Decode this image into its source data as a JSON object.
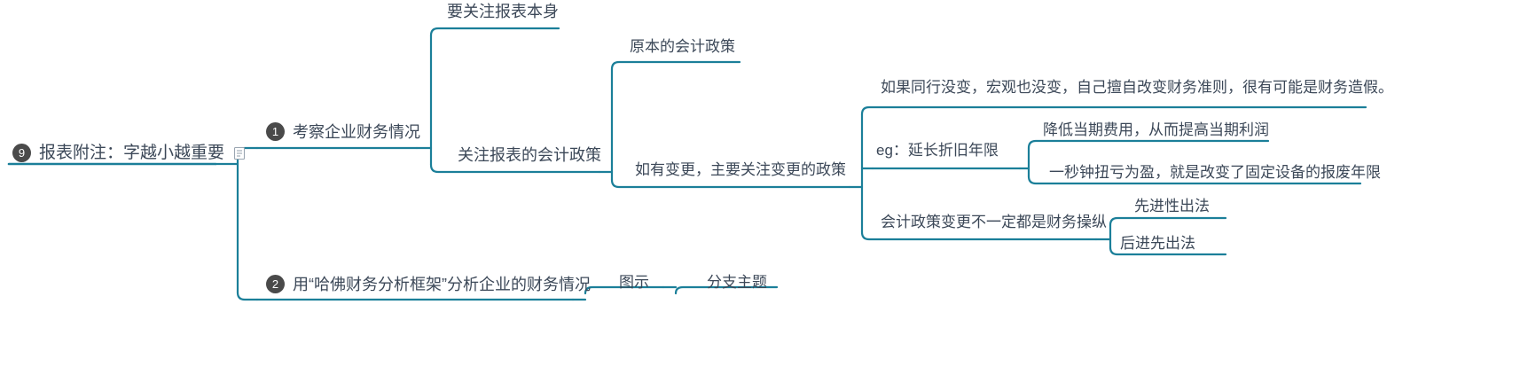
{
  "diagram": {
    "type": "mind-map",
    "line_color": "#1b7f99",
    "text_color": "#3c4858",
    "badge_color": "#4a4a4a",
    "background": "#ffffff"
  },
  "root": {
    "badge": "9",
    "label": "报表附注：字越小越重要",
    "icon": "note-icon"
  },
  "branches": [
    {
      "badge": "1",
      "label": "考察企业财务情况",
      "children": [
        {
          "label": "要关注报表本身"
        },
        {
          "label": "关注报表的会计政策",
          "children": [
            {
              "label": "原本的会计政策"
            },
            {
              "label": "如有变更，主要关注变更的政策",
              "children": [
                {
                  "label": "如果同行没变，宏观也没变，自己擅自改变财务准则，很有可能是财务造假。"
                },
                {
                  "label": "eg：延长折旧年限",
                  "children": [
                    {
                      "label": "降低当期费用，从而提高当期利润"
                    },
                    {
                      "label": "一秒钟扭亏为盈，就是改变了固定设备的报废年限"
                    }
                  ]
                },
                {
                  "label": "会计政策变更不一定都是财务操纵",
                  "children": [
                    {
                      "label": "先进性出法"
                    },
                    {
                      "label": "后进先出法"
                    }
                  ]
                }
              ]
            }
          ]
        }
      ]
    },
    {
      "badge": "2",
      "label": "用“哈佛财务分析框架”分析企业的财务情况",
      "children": [
        {
          "label": "图示",
          "children": [
            {
              "label": "分支主题"
            }
          ]
        }
      ]
    }
  ]
}
